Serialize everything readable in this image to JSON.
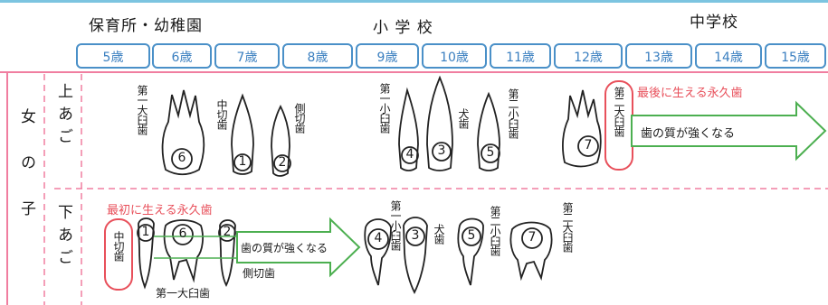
{
  "stages": {
    "nursery": "保育所・幼稚園",
    "elementary": "小 学 校",
    "junior_high": "中学校"
  },
  "ages": [
    "5歳",
    "6歳",
    "7歳",
    "8歳",
    "9歳",
    "10歳",
    "11歳",
    "12歳",
    "13歳",
    "14歳",
    "15歳"
  ],
  "row_label": "女の子",
  "upper_jaw": {
    "label": "上あご",
    "teeth": [
      {
        "name": "第一大臼歯",
        "num": "6"
      },
      {
        "name": "中切歯",
        "num": "1"
      },
      {
        "name": "側切歯",
        "num": "2"
      },
      {
        "name": "第一小臼歯",
        "num": "4"
      },
      {
        "name": "犬歯",
        "num": "3"
      },
      {
        "name": "第二小臼歯",
        "num": "5"
      },
      {
        "name": "第二大臼歯",
        "num": "7"
      }
    ],
    "note": "最後に生える永久歯",
    "arrow_text": "歯の質が強くなる"
  },
  "lower_jaw": {
    "label": "下あご",
    "teeth": [
      {
        "name": "中切歯",
        "num": "1"
      },
      {
        "name": "第一大臼歯",
        "num": "6"
      },
      {
        "name": "側切歯",
        "num": "2"
      },
      {
        "name": "第一小臼歯",
        "num": "4"
      },
      {
        "name": "犬歯",
        "num": "3"
      },
      {
        "name": "第二小臼歯",
        "num": "5"
      },
      {
        "name": "第二大臼歯",
        "num": "7"
      }
    ],
    "note": "最初に生える永久歯",
    "arrow_text": "歯の質が強くなる"
  },
  "colors": {
    "age_border": "#4a90c8",
    "red": "#e8505b",
    "pink_frame": "#f07ea0",
    "arrow_green": "#4caf50"
  }
}
